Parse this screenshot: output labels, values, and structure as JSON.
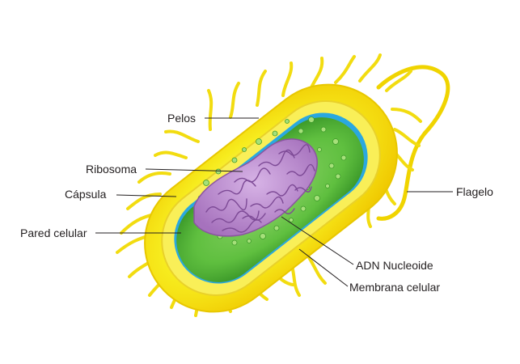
{
  "labels": {
    "pelos": "Pelos",
    "ribosoma": "Ribosoma",
    "capsula": "Cápsula",
    "pared_celular": "Pared celular",
    "flagelo": "Flagelo",
    "adn_nucleoide": "ADN Nucleoide",
    "membrana_celular": "Membrana celular"
  },
  "colors": {
    "capsule": "#f7ec1e",
    "capsule_light": "#fbf6a0",
    "cytoplasm": "#5fbf3f",
    "cytoplasm_dark": "#3d9a2a",
    "membrane_blue": "#2aa8e0",
    "nucleoid": "#b07cc6",
    "nucleoid_dark": "#7d4a96",
    "ribosome": "#9cd86a",
    "leader_line": "#231f20"
  }
}
